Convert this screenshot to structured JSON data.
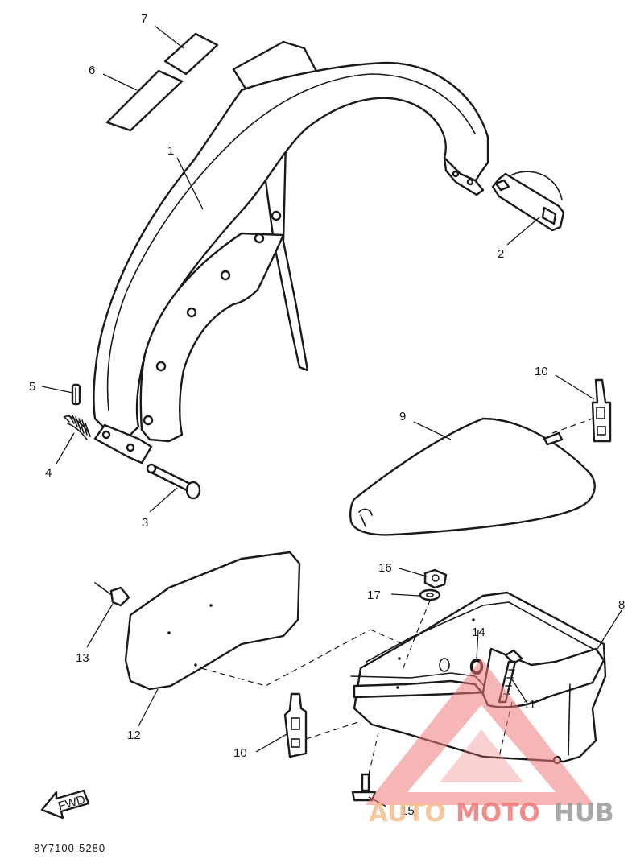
{
  "diagram_code": "8Y7100-5280",
  "fwd_label": "FWD",
  "watermark": {
    "part1": "AUTO",
    "part2": "MOTO",
    "part3": "HUB",
    "triangle_color": "#f07a7a",
    "text_colors": [
      "#f3bf8e",
      "#f07a7a",
      "#9a9a9a"
    ]
  },
  "callouts": {
    "c1": "1",
    "c2": "2",
    "c3": "3",
    "c4": "4",
    "c5": "5",
    "c6": "6",
    "c7": "7",
    "c8": "8",
    "c9": "9",
    "c10a": "10",
    "c10b": "10",
    "c11": "11",
    "c12": "12",
    "c13": "13",
    "c14": "14",
    "c15": "15",
    "c16": "16",
    "c17": "17"
  }
}
